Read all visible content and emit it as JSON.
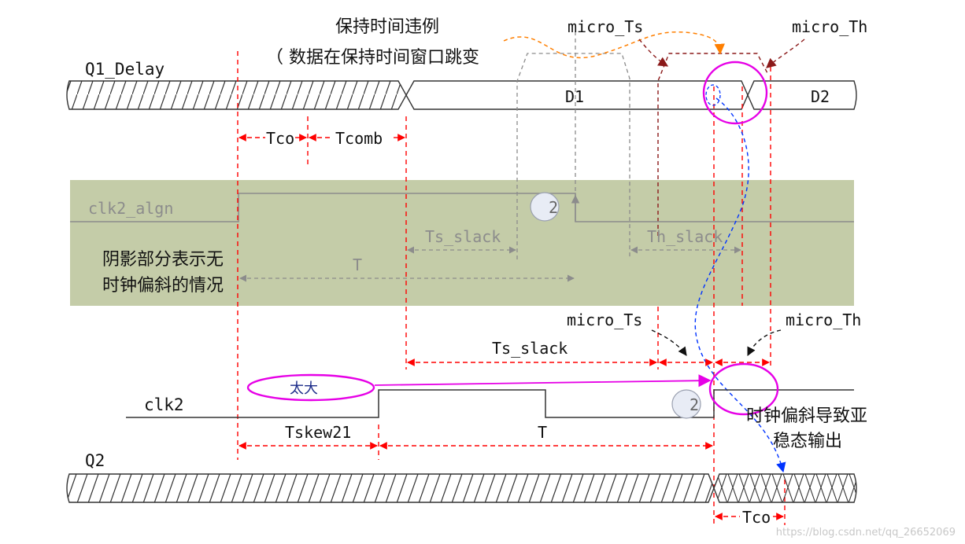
{
  "labels": {
    "q1_delay": "Q1_Delay",
    "d1": "D1",
    "d2": "D2",
    "clk2_algn": "clk2_algn",
    "clk2": "clk2",
    "q2": "Q2",
    "tco_top": "Tco",
    "tcomb": "Tcomb",
    "ts_slack_shaded": "Ts_slack",
    "th_slack_shaded": "Th_slack",
    "t_shaded": "T",
    "micro_ts_top": "micro_Ts",
    "micro_th_top": "micro_Th",
    "micro_ts_mid": "micro_Ts",
    "micro_th_mid": "micro_Th",
    "ts_slack_mid": "Ts_slack",
    "tskew21": "Tskew21",
    "t_bottom": "T",
    "tco_bottom": "Tco",
    "too_large": "太大",
    "circle_num_1": "2",
    "circle_num_2": "2"
  },
  "annotations": {
    "hold_violation_title": "保持时间违例",
    "hold_violation_sub": "（ 数据在保持时间窗口跳变",
    "shaded_note_line1": "阴影部分表示无",
    "shaded_note_line2": "时钟偏斜的情况",
    "metastable_line1": "时钟偏斜导致亚",
    "metastable_line2": "稳态输出",
    "watermark": "https://blog.csdn.net/qq_26652069"
  },
  "colors": {
    "shaded_band": "#c4cca8",
    "timing_red": "#ff0000",
    "highlight_magenta": "#e600e6",
    "path_blue": "#0033ff",
    "dark_red_arrow": "#8b1a1a",
    "orange_arrow": "#ff7f00",
    "gray_wave": "#8c8c8c"
  }
}
